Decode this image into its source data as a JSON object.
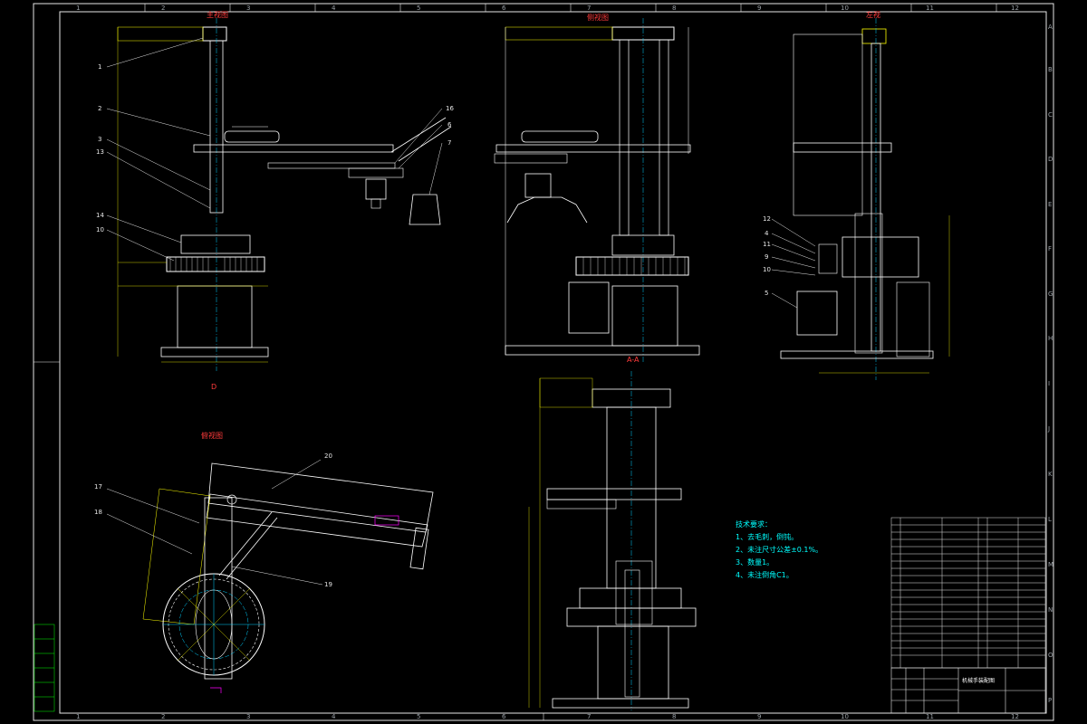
{
  "colors": {
    "background": "#000000",
    "border": "#e6e6e6",
    "outline": "#ffffff",
    "center_line": "#00d0ff",
    "dimension": "#ffff00",
    "view_title": "#ff3b3b",
    "callout": "#e6e6e6",
    "text_cyan": "#00ffff",
    "accent_green": "#00ff00",
    "accent_magenta": "#ff00ff"
  },
  "ruler": {
    "columns": [
      "1",
      "2",
      "3",
      "4",
      "5",
      "6",
      "7",
      "8",
      "9",
      "10",
      "11",
      "12"
    ],
    "rows": [
      "A",
      "B",
      "C",
      "D",
      "E",
      "F",
      "G",
      "H",
      "I",
      "J",
      "K",
      "L",
      "M",
      "N",
      "O",
      "P"
    ]
  },
  "views": {
    "front": {
      "title": "主视图",
      "section_mark": "D"
    },
    "side": {
      "title": "侧视图"
    },
    "left": {
      "title": "左视"
    },
    "section": {
      "title": "A-A"
    },
    "top": {
      "title": "俯视图"
    }
  },
  "callouts": {
    "front": [
      "1",
      "2",
      "3",
      "13",
      "14",
      "10"
    ],
    "front_right": [
      "16",
      "6",
      "7"
    ],
    "left": [
      "12",
      "4",
      "11",
      "9",
      "10",
      "5"
    ],
    "top": [
      "20",
      "17",
      "18",
      "19"
    ]
  },
  "requirements": {
    "title": "技术要求：",
    "lines": [
      "1、去毛刺，倒钝。",
      "2、未注尺寸公差±0.1%。",
      "3、数量1。",
      "4、未注倒角C1。"
    ]
  },
  "title_block": {
    "drawing_name": "机械手装配图",
    "row_count": 20
  }
}
